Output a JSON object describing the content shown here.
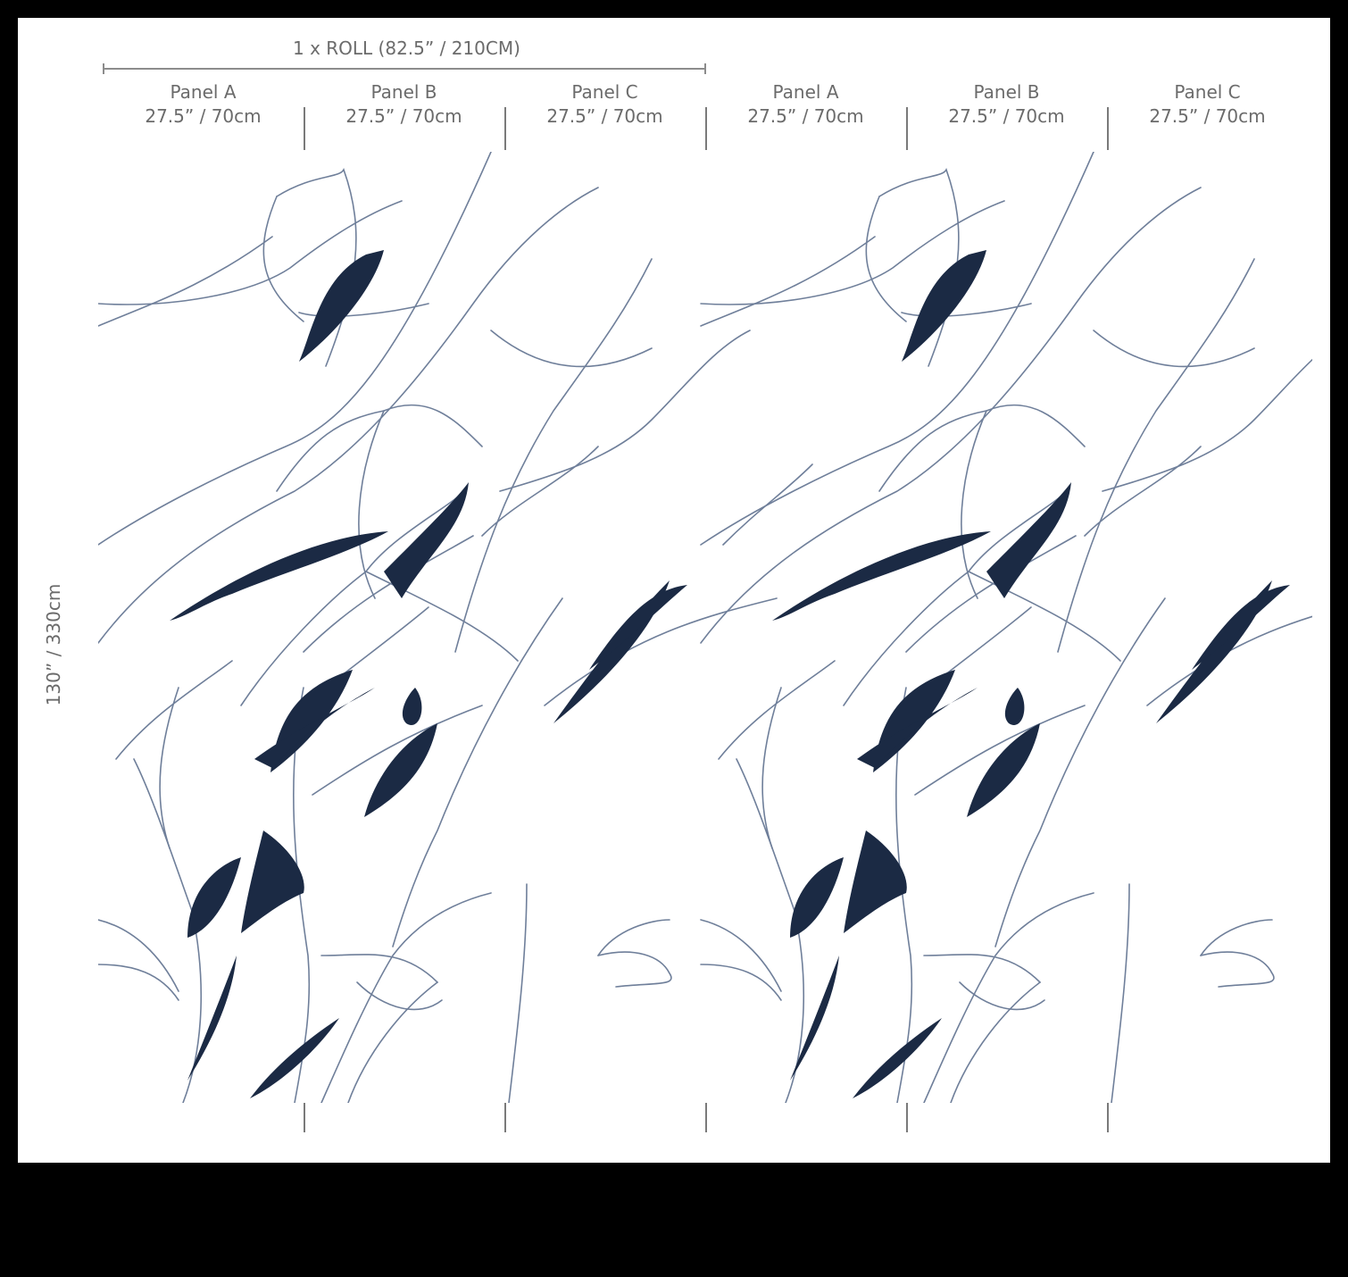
{
  "roll": {
    "label": "1 x ROLL (82.5” / 210CM)"
  },
  "height": {
    "label": "130” / 330cm"
  },
  "panels": [
    {
      "name": "Panel A",
      "size": "27.5” / 70cm"
    },
    {
      "name": "Panel B",
      "size": "27.5” / 70cm"
    },
    {
      "name": "Panel C",
      "size": "27.5” / 70cm"
    },
    {
      "name": "Panel A",
      "size": "27.5” / 70cm"
    },
    {
      "name": "Panel B",
      "size": "27.5” / 70cm"
    },
    {
      "name": "Panel C",
      "size": "27.5” / 70cm"
    }
  ],
  "colors": {
    "background": "#000000",
    "sheet": "#ffffff",
    "ink": "#1b2a44",
    "line": "#6f7f9a",
    "text": "#6b6b6b"
  }
}
